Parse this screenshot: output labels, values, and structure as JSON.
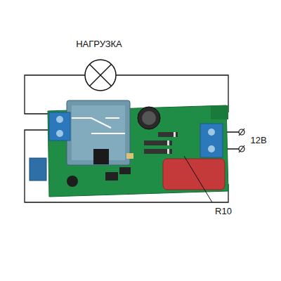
{
  "diagram": {
    "labels": [
      "НАГРУЗКА",
      "12В",
      "R10"
    ]
  }
}
